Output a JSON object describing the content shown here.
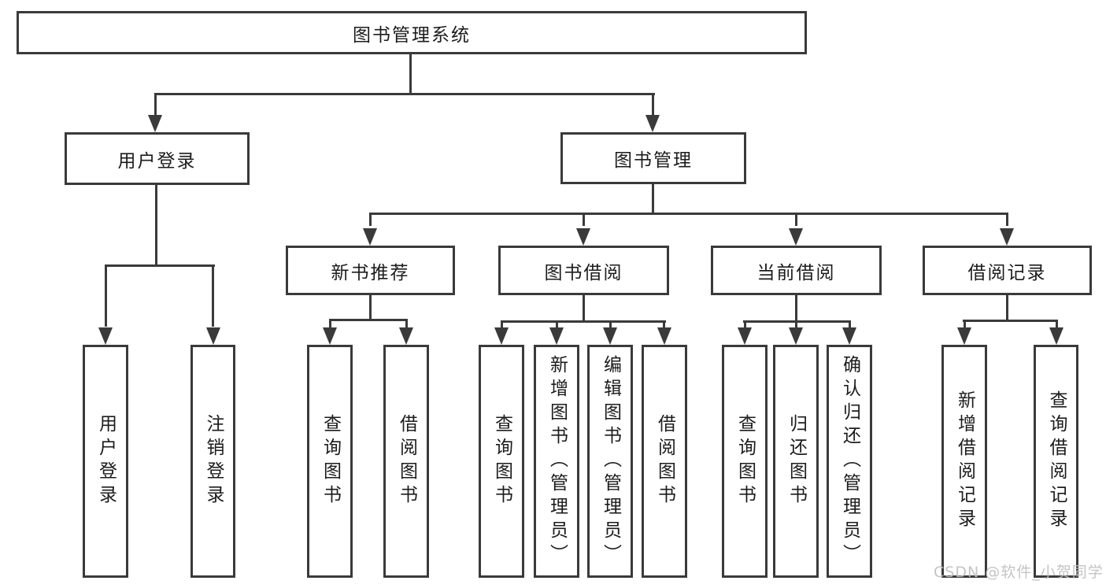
{
  "tree": {
    "label": "图书管理系统",
    "children": [
      {
        "label": "用户登录",
        "children": [
          {
            "label": "用户登录"
          },
          {
            "label": "注销登录"
          }
        ]
      },
      {
        "label": "图书管理",
        "children": [
          {
            "label": "新书推荐",
            "children": [
              {
                "label": "查询图书"
              },
              {
                "label": "借阅图书"
              }
            ]
          },
          {
            "label": "图书借阅",
            "children": [
              {
                "label": "查询图书"
              },
              {
                "label": "新增图书（管理员）"
              },
              {
                "label": "编辑图书（管理员）"
              },
              {
                "label": "借阅图书"
              }
            ]
          },
          {
            "label": "当前借阅",
            "children": [
              {
                "label": "查询图书"
              },
              {
                "label": "归还图书"
              },
              {
                "label": "确认归还（管理员）"
              }
            ]
          },
          {
            "label": "借阅记录",
            "children": [
              {
                "label": "新增借阅记录"
              },
              {
                "label": "查询借阅记录"
              }
            ]
          }
        ]
      }
    ]
  },
  "watermark": "CSDN @软件_小贺同学",
  "colors": {
    "line": "#3a3a3a",
    "text": "#1c1c1c",
    "background": "#ffffff",
    "watermark": "#c0c0c0"
  }
}
